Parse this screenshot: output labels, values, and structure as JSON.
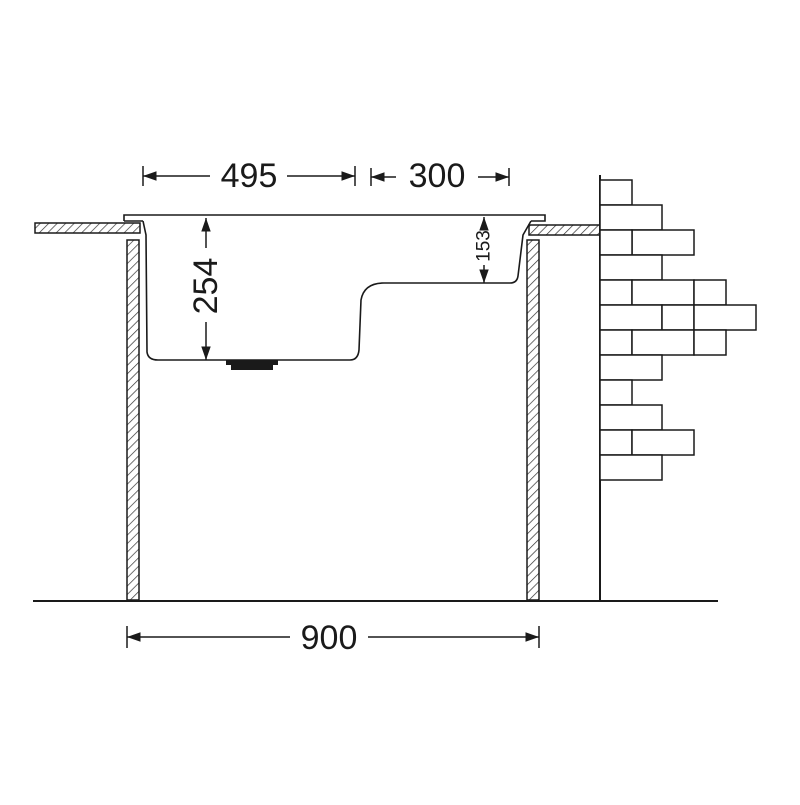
{
  "dimensions": {
    "bowl_width": "495",
    "drainer_width": "300",
    "bowl_depth": "254",
    "drainer_depth": "153",
    "cabinet_width": "900"
  },
  "colors": {
    "line": "#1a1a1a",
    "background": "#ffffff",
    "hatch": "#333333"
  },
  "icons": {
    "drain": "drain-outlet-icon",
    "wall": "brick-wall-icon"
  }
}
